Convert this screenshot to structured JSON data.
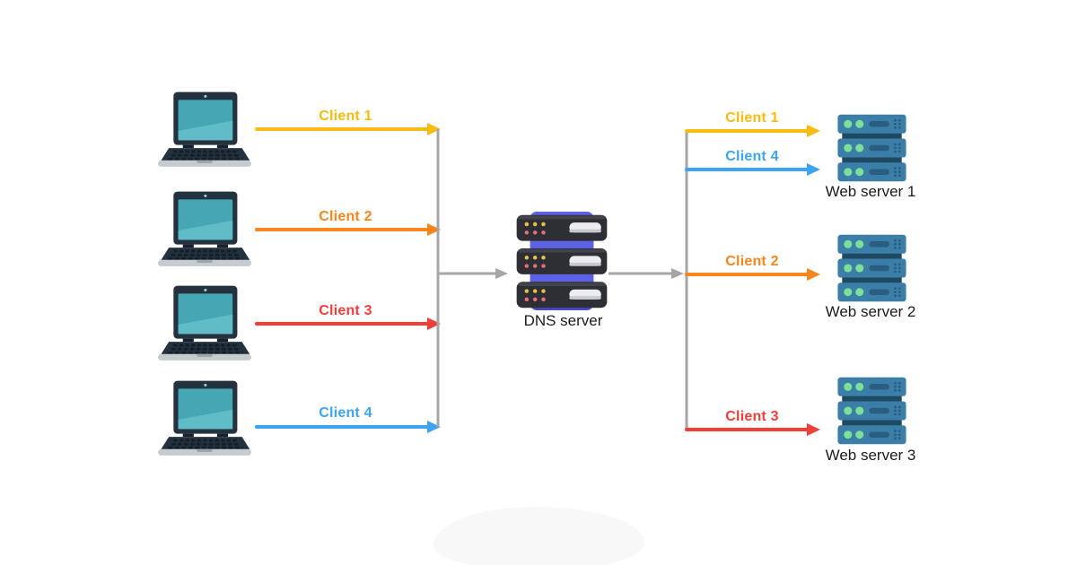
{
  "diagram_type": "dns-round-robin-load-balancing",
  "background": "#FFFFFF",
  "colors": {
    "connector": "#A6A6A6",
    "text_dark": "#1B1B1B",
    "laptop_body": "#243240",
    "laptop_screen": "#45A6B4",
    "laptop_screen_light": "#63C0C9",
    "laptop_base": "#C6CBCF",
    "web_server_blue": "#3B7EA8",
    "web_server_dark": "#1E4A63",
    "web_server_green_led": "#7CE096",
    "dns_purple": "#5D61E4",
    "dns_unit_black": "#2E2E35",
    "dns_led_yellow": "#E5C04A",
    "dns_led_pink": "#E8707B"
  },
  "icons": {
    "client": "laptop-icon",
    "dns": "dns-server-icon",
    "web": "web-server-icon"
  },
  "clients": [
    {
      "name": "Client 1",
      "color": "#F8BB0F"
    },
    {
      "name": "Client 2",
      "color": "#F6861D"
    },
    {
      "name": "Client 3",
      "color": "#F23E3A"
    },
    {
      "name": "Client 4",
      "color": "#3DA4F4"
    }
  ],
  "dns_server": {
    "label": "DNS server"
  },
  "web_servers": [
    {
      "label": "Web server 1"
    },
    {
      "label": "Web server 2"
    },
    {
      "label": "Web server 3"
    }
  ],
  "right_connections": [
    {
      "label": "Client 1",
      "color": "#F8BB0F",
      "target": "Web server 1"
    },
    {
      "label": "Client 4",
      "color": "#3DA4F4",
      "target": "Web server 1"
    },
    {
      "label": "Client 2",
      "color": "#F6861D",
      "target": "Web server 2"
    },
    {
      "label": "Client 3",
      "color": "#F23E3A",
      "target": "Web server 3"
    }
  ]
}
